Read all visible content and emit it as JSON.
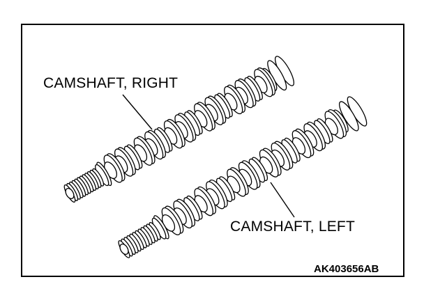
{
  "labels": {
    "right": "CAMSHAFT, RIGHT",
    "left": "CAMSHAFT, LEFT"
  },
  "figure_code": "AK403656AB",
  "colors": {
    "stroke": "#000000",
    "fill": "#ffffff"
  }
}
